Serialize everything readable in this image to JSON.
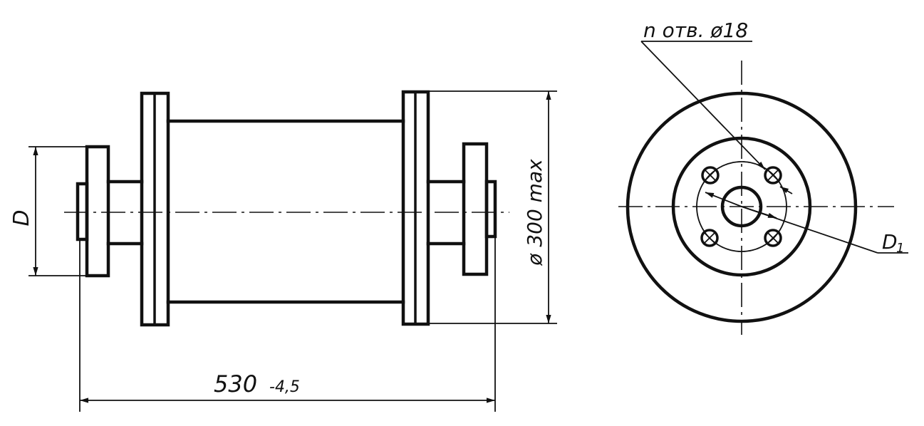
{
  "drawing": {
    "labels": {
      "flange_diameter": "D",
      "overall_diameter": "ø 300 max",
      "overall_length": "530",
      "length_tolerance": "-4,5",
      "holes_callout": "n отв. ø18",
      "bolt_circle": "D",
      "bolt_circle_subscript": "1"
    }
  }
}
